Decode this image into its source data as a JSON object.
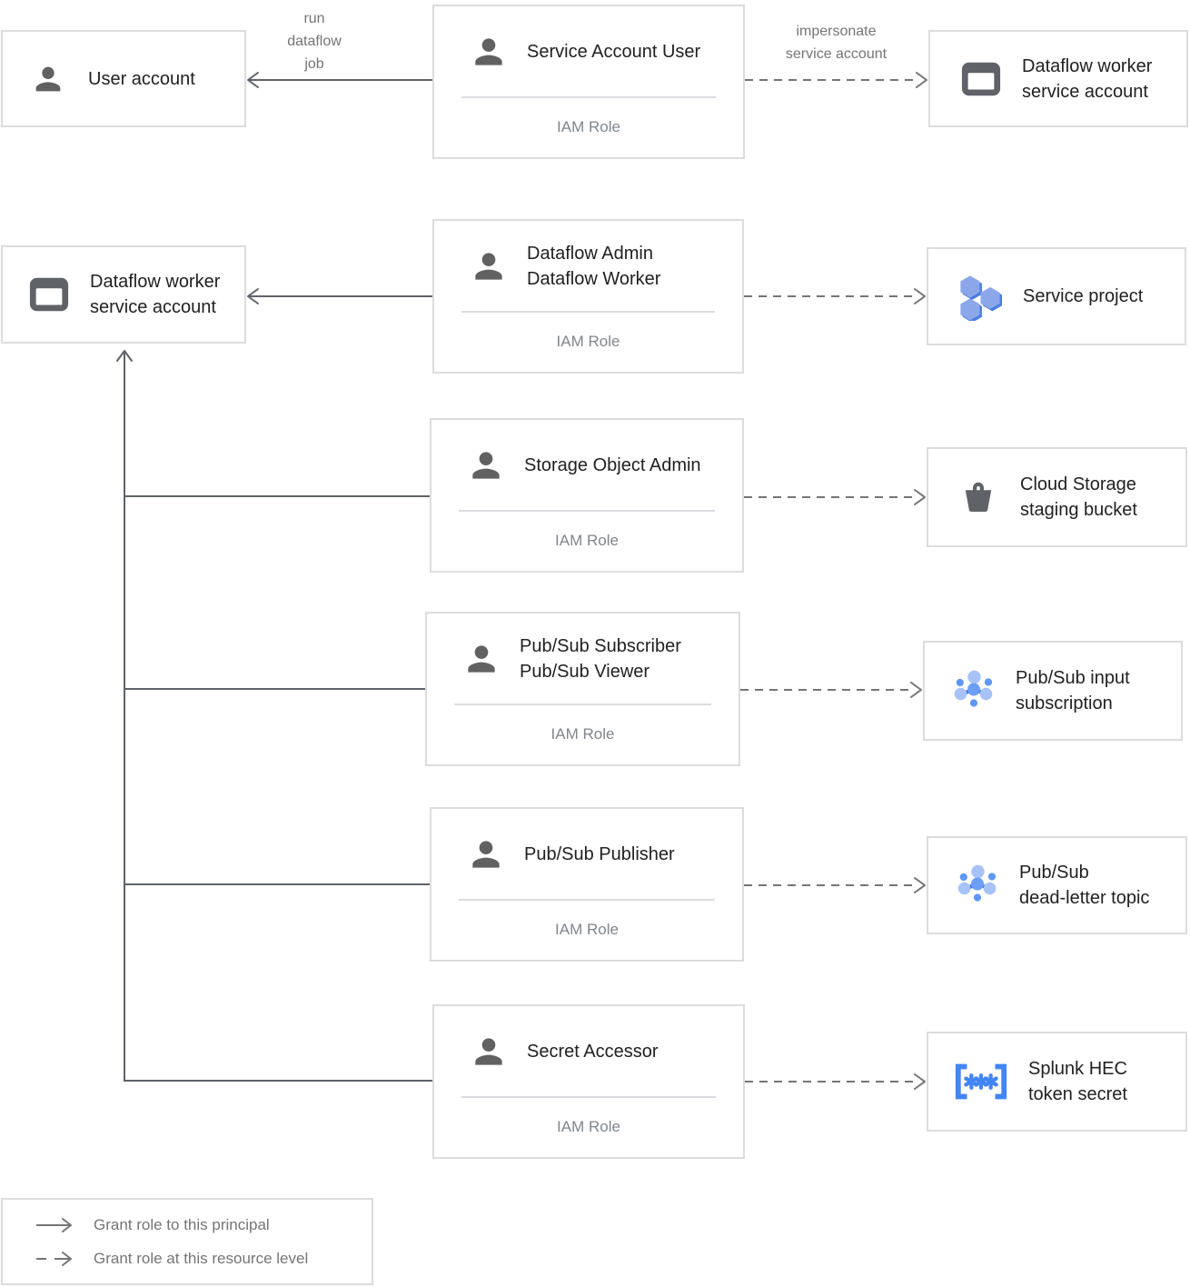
{
  "nodes": {
    "user_account": {
      "label": "User account"
    },
    "service_account_user_role": {
      "title": "Service Account User",
      "subtitle": "IAM Role"
    },
    "dataflow_worker_sa_top": {
      "label": "Dataflow worker\nservice account"
    },
    "dataflow_worker_sa_left": {
      "label": "Dataflow worker\nservice account"
    },
    "dataflow_admin_worker_role": {
      "title": "Dataflow Admin\nDataflow Worker",
      "subtitle": "IAM Role"
    },
    "service_project": {
      "label": "Service project"
    },
    "storage_object_admin_role": {
      "title": "Storage Object Admin",
      "subtitle": "IAM Role"
    },
    "cloud_storage_staging_bucket": {
      "label": "Cloud Storage\nstaging bucket"
    },
    "pubsub_subscriber_viewer_role": {
      "title": "Pub/Sub Subscriber\nPub/Sub Viewer",
      "subtitle": "IAM Role"
    },
    "pubsub_input_subscription": {
      "label": "Pub/Sub input\nsubscription"
    },
    "pubsub_publisher_role": {
      "title": "Pub/Sub Publisher",
      "subtitle": "IAM Role"
    },
    "pubsub_dead_letter_topic": {
      "label": "Pub/Sub\ndead-letter topic"
    },
    "secret_accessor_role": {
      "title": "Secret Accessor",
      "subtitle": "IAM Role"
    },
    "splunk_hec_token_secret": {
      "label": "Splunk HEC\ntoken secret"
    }
  },
  "edge_labels": {
    "run_dataflow_job": "run\ndataflow\njob",
    "impersonate_service_account": "impersonate\nservice account"
  },
  "legend": {
    "solid_label": "Grant role to this principal",
    "dashed_label": "Grant role at this resource level"
  },
  "colors": {
    "box_border": "#dcdcdc",
    "title_text": "#212121",
    "muted_text": "#757575",
    "icon_gray": "#5f6368",
    "solid_edge": "#5f6368",
    "dashed_edge": "#757575",
    "secret_blue": "#4285f4",
    "pubsub_blue_mid": "#5e97f6",
    "pubsub_blue_light": "#a6c2f7",
    "pubsub_blue_dark": "#3c6ddd",
    "hex_front": "#8ca6ea",
    "hex_shadow": "#4a7ce0"
  }
}
